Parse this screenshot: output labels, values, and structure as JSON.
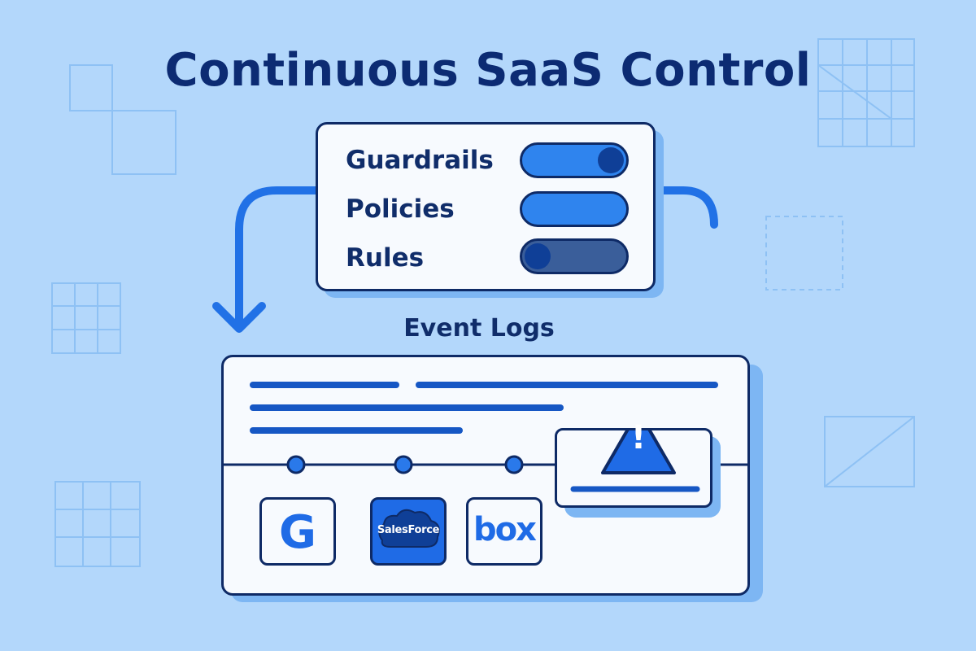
{
  "title": "Continuous SaaS Control",
  "controls": [
    {
      "label": "Guardrails",
      "state": "on"
    },
    {
      "label": "Policies",
      "state": "on"
    },
    {
      "label": "Rules",
      "state": "off"
    }
  ],
  "event_logs_label": "Event Logs",
  "alert": {
    "icon": "warning-triangle-icon",
    "glyph": "!"
  },
  "integrations": [
    {
      "name": "google",
      "text": "G",
      "icon": "google-logo-icon"
    },
    {
      "name": "salesforce",
      "text": "SalesForce",
      "icon": "salesforce-logo-icon"
    },
    {
      "name": "box",
      "text": "box",
      "icon": "box-logo-icon"
    }
  ],
  "colors": {
    "background": "#b3d7fb",
    "navy": "#0e2a66",
    "accent": "#2f84ee",
    "panel": "#f7fafe"
  }
}
